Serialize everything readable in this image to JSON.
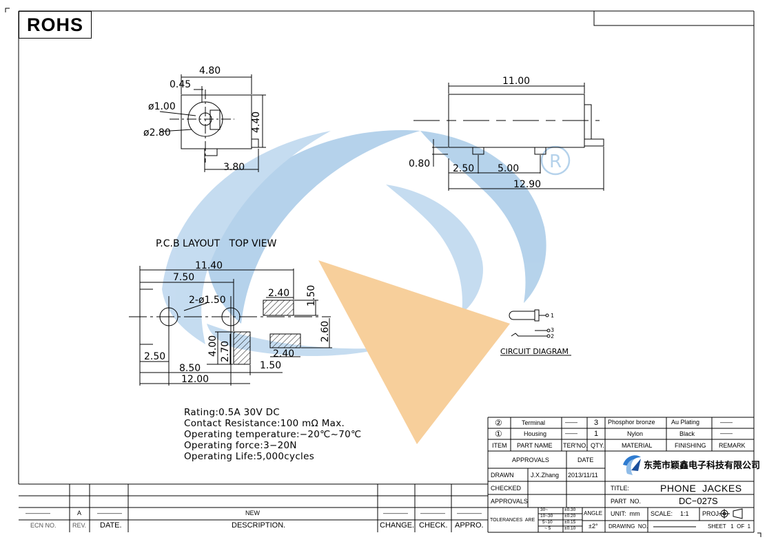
{
  "header": {
    "rohs_label": "ROHS"
  },
  "front_view": {
    "width": "4.80",
    "offset": "0.45",
    "inner_dia": "ø1.00",
    "outer_dia": "ø2.80",
    "height": "4.40",
    "pin_span": "3.80"
  },
  "side_view": {
    "length": "11.00",
    "standoff": "0.80",
    "pin_offset": "2.50",
    "pin_pitch": "5.00",
    "overall_length": "12.90"
  },
  "pcb_layout": {
    "title": "P.C.B LAYOUT   TOP VIEW",
    "dim_total": "11.40",
    "dim_first": "7.50",
    "holes": "2-ø1.50",
    "pad_w1": "2.40",
    "pad_h1": "1.50",
    "dim_260": "2.60",
    "dim_400": "4.00",
    "dim_270": "2.70",
    "pad_w2": "2.40",
    "dim_150b": "1.50",
    "dim_250": "2.50",
    "dim_850": "8.50",
    "dim_1200": "12.00"
  },
  "circuit": {
    "title": "CIRCUIT DIAGRAM",
    "pin1": "1",
    "pin2": "2",
    "pin3": "3"
  },
  "notes": {
    "rating": "Rating:0.5A  30V  DC",
    "contact": "Contact  Resistance:100  mΩ  Max.",
    "temp": "Operating  temperature:−20℃~70℃",
    "force": "Operating  force:3−20N",
    "life": "Operating  Life:5,000cycles"
  },
  "bom": [
    {
      "item": "②",
      "part": "Terminal",
      "ter": "——",
      "qty": "3",
      "material": "Phosphor bronze",
      "finish": "Au Plating",
      "remark": "——"
    },
    {
      "item": "①",
      "part": "Housing",
      "ter": "——",
      "qty": "1",
      "material": "Nylon",
      "finish": "Black",
      "remark": "——"
    }
  ],
  "bom_header": {
    "item": "ITEM",
    "part": "PART NAME",
    "ter": "TER'NO.",
    "qty": "QTY.",
    "material": "MATERIAL",
    "finish": "FINISHING",
    "remark": "REMARK"
  },
  "approvals": {
    "approvals_label": "APPROVALS",
    "date_label": "DATE",
    "drawn_label": "DRAWN",
    "drawn_by": "J.X.Zhang",
    "drawn_date": "2013/11/11",
    "checked_label": "CHECKED",
    "approvals_row_label": "APPROVALS"
  },
  "company": {
    "name": "东莞市颖鑫电子科技有限公司"
  },
  "title_block": {
    "title_label": "TITLE:",
    "title": "PHONE  JACKES",
    "part_label": "PART  NO.",
    "part_no": "DC−027S",
    "unit_label": "UNIT:  mm",
    "scale_label": "SCALE:",
    "scale": "1:1",
    "proj_label": "PROJ.",
    "drawing_no_label": "DRAWING  NO.",
    "drawing_no": "————",
    "sheet": "SHEET   1  OF  1"
  },
  "tolerances": {
    "label": "TOLERANCES  ARE",
    "ranges": [
      "30~",
      "10~30",
      "5~10",
      "~ 5"
    ],
    "values": [
      "±0.30",
      "±0.20",
      "±0.15",
      "±0.10"
    ],
    "angle_label": "ANGLE",
    "angle": "±2°"
  },
  "revision": {
    "row_ecn": "————",
    "row_rev": "A",
    "row_date": "————",
    "row_desc": "NEW",
    "row_change": "————",
    "row_check": "————",
    "row_appro": "————",
    "h_ecn": "ECN NO.",
    "h_rev": "REV.",
    "h_date": "DATE.",
    "h_desc": "DESCRIPTION.",
    "h_change": "CHANGE.",
    "h_check": "CHECK.",
    "h_appro": "APPRO."
  },
  "colors": {
    "watermark_blue": "#a9cbe8",
    "watermark_orange": "#f6c78a"
  }
}
